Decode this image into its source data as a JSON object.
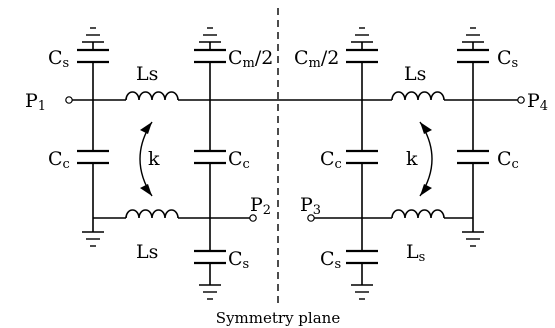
{
  "diagram": {
    "ports": {
      "p1": {
        "base": "P",
        "sub": "1"
      },
      "p2": {
        "base": "P",
        "sub": "2"
      },
      "p3": {
        "base": "P",
        "sub": "3"
      },
      "p4": {
        "base": "P",
        "sub": "4"
      }
    },
    "capacitors": {
      "cs": {
        "base": "C",
        "sub": "s"
      },
      "cc": {
        "base": "C",
        "sub": "c"
      },
      "cm": {
        "base": "C",
        "sub": "m",
        "suffix": "/2"
      }
    },
    "inductors": {
      "ls_plain": "Ls",
      "ls_sub": {
        "base": "L",
        "sub": "s"
      }
    },
    "coupling": "k",
    "symmetry_label": "Symmetry plane"
  }
}
